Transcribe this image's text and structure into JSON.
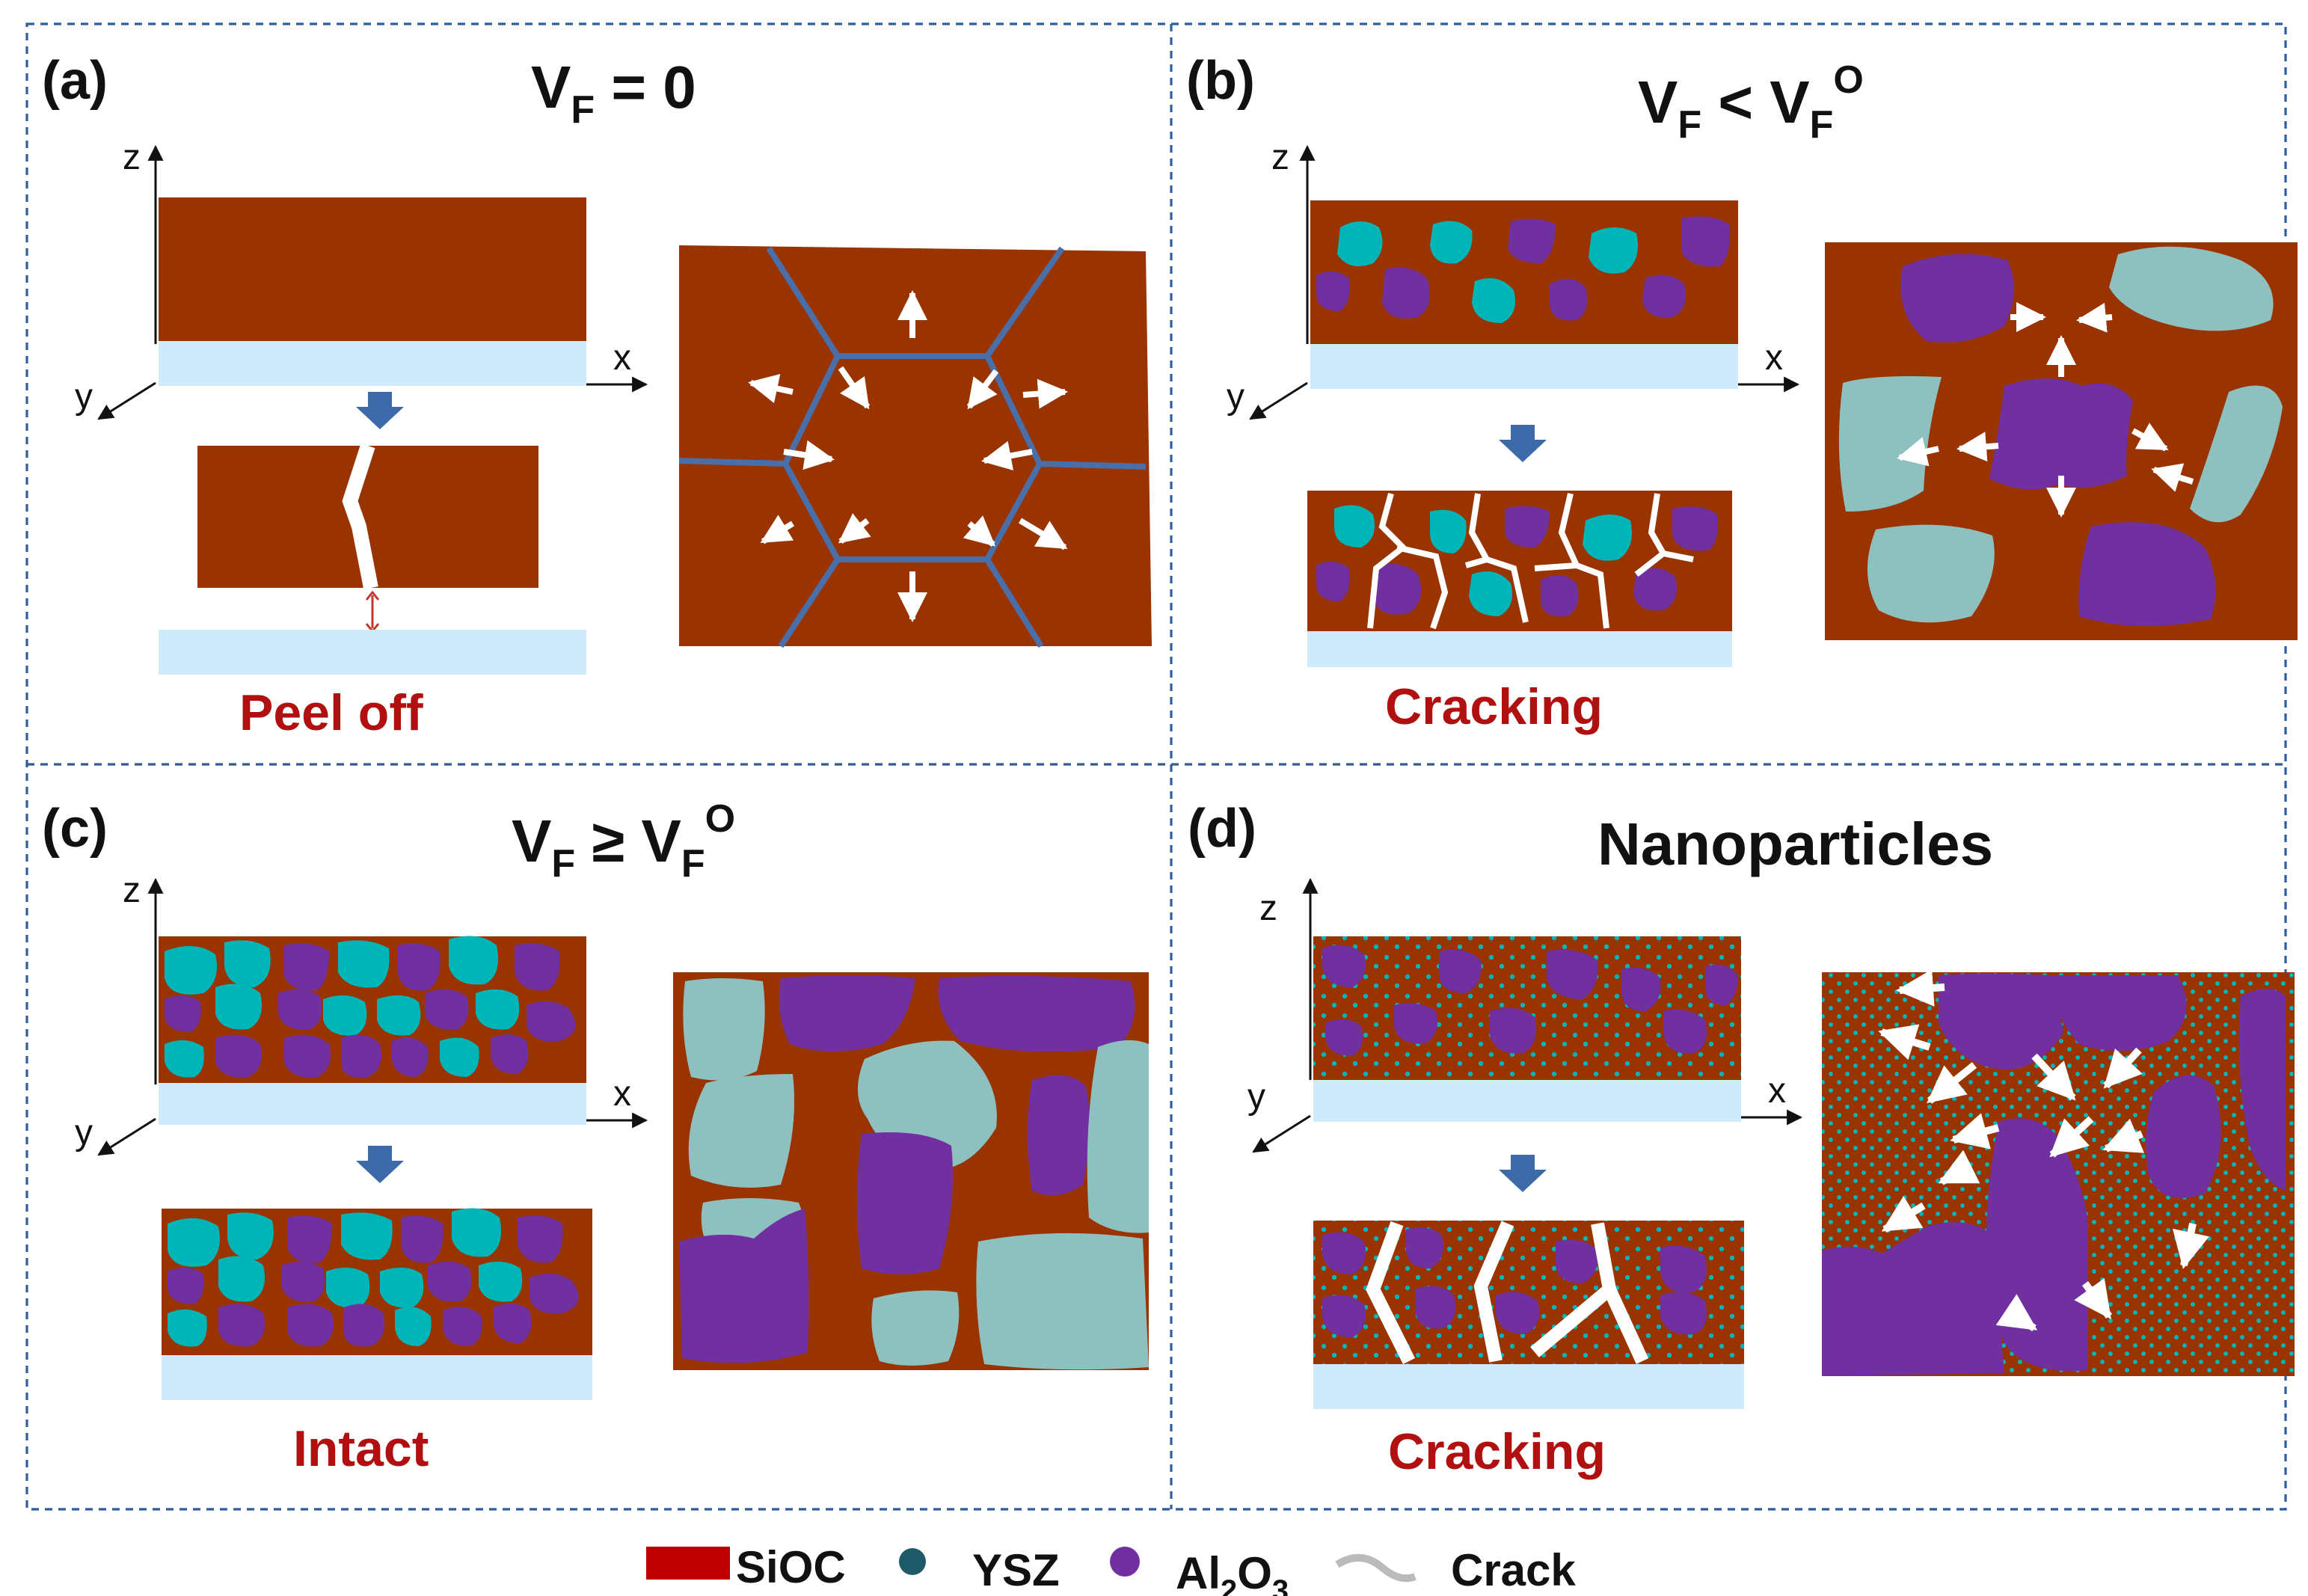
{
  "panels": {
    "a": {
      "label": "(a)",
      "title_main": "V",
      "title_sub": "F",
      "title_rest": " = 0",
      "caption": "Peel off",
      "axes": {
        "x": "x",
        "y": "y",
        "z": "z"
      }
    },
    "b": {
      "label": "(b)",
      "title_main": "V",
      "title_sub": "F",
      "title_mid": " < V",
      "title_sub2": "F",
      "title_sup": "O",
      "caption": "Cracking",
      "axes": {
        "x": "x",
        "y": "y",
        "z": "z"
      }
    },
    "c": {
      "label": "(c)",
      "title_main": "V",
      "title_sub": "F",
      "title_mid": " ≥ V",
      "title_sub2": "F",
      "title_sup": "O",
      "caption": "Intact",
      "axes": {
        "x": "x",
        "y": "y",
        "z": "z"
      }
    },
    "d": {
      "label": "(d)",
      "title": "Nanoparticles",
      "caption": "Cracking",
      "axes": {
        "x": "x",
        "y": "y",
        "z": "z"
      }
    }
  },
  "legend": {
    "siocc": "SiOC",
    "ysz": "YSZ",
    "al_main": "Al",
    "al_sub1": "2",
    "al_mid": "O",
    "al_sub2": "3",
    "crack": "Crack"
  },
  "colors": {
    "sioc": "#993300",
    "sioc_legend": "#c00000",
    "ysz": "#00b5b8",
    "ysz_legend": "#1f5a6a",
    "al2o3": "#7030a0",
    "ysz_large": "#8fc0c0",
    "substrate": "#cfeafb",
    "arrow_blue": "#3d6aa8",
    "caption_red": "#b01010",
    "crack": "#ffffff",
    "frame": "#2e5d9a"
  }
}
